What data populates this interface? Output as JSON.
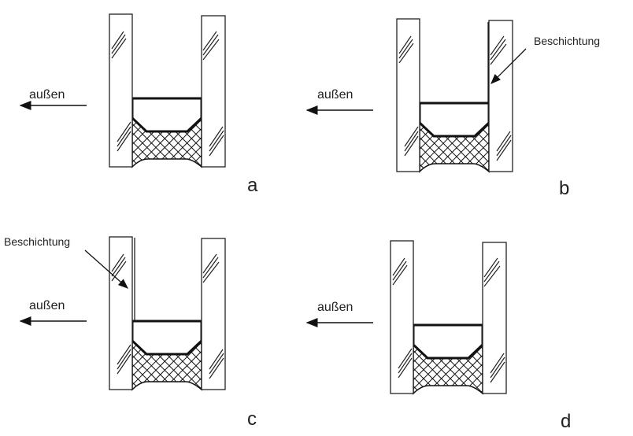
{
  "panels": [
    {
      "id": "a",
      "letter": "a",
      "outside_label": "außen",
      "coating": null
    },
    {
      "id": "b",
      "letter": "b",
      "outside_label": "außen",
      "coating": "Beschichtung"
    },
    {
      "id": "c",
      "letter": "c",
      "outside_label": "außen",
      "coating": "Beschichtung"
    },
    {
      "id": "d",
      "letter": "d",
      "outside_label": "außen",
      "coating": null
    }
  ],
  "colors": {
    "ink": "#1a1a1a",
    "background": "#ffffff"
  }
}
